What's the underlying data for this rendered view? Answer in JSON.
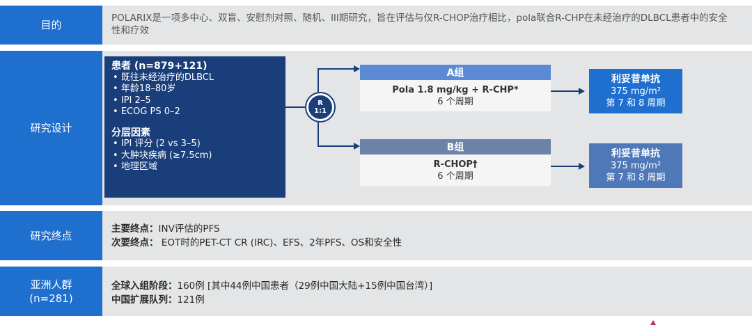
{
  "colors": {
    "label_bg": "#1f6fcf",
    "panel_bg": "#e4e5e6",
    "dark_navy": "#1a3e7a",
    "arm_a_header": "#5b8ad6",
    "arm_b_header": "#6b83a8",
    "rtx_a": "#1f6fcf",
    "rtx_b": "#4f78b8"
  },
  "objective": {
    "label": "目的",
    "text": "POLARIX是一项多中心、双盲、安慰剂对照、随机、III期研究，旨在评估与仅R-CHOP治疗相比，pola联合R-CHP在未经治疗的DLBCL患者中的安全性和疗效"
  },
  "design": {
    "label": "研究设计",
    "population": {
      "title": "患者 (n=879+121)",
      "items": [
        "既往未经治疗的DLBCL",
        "年龄18–80岁",
        "IPI 2–5",
        "ECOG PS 0–2"
      ],
      "strat_title": "分层因素",
      "strat_items": [
        "IPI 评分 (2 vs 3–5)",
        "大肿块疾病 (≥7.5cm)",
        "地理区域"
      ]
    },
    "randomization": {
      "line1": "R",
      "line2": "1:1"
    },
    "arm_a": {
      "header": "A组",
      "regimen": "Pola 1.8 mg/kg + R-CHP*",
      "cycles": "6 个周期"
    },
    "arm_b": {
      "header": "B组",
      "regimen": "R-CHOP†",
      "cycles": "6 个周期"
    },
    "rituximab_a": {
      "title": "利妥昔单抗",
      "dose": "375 mg/m²",
      "cycles": "第 7 和 8 周期"
    },
    "rituximab_b": {
      "title": "利妥昔单抗",
      "dose": "375 mg/m²",
      "cycles": "第 7 和 8 周期"
    }
  },
  "endpoints": {
    "label": "研究终点",
    "primary_label": "主要终点：",
    "primary_text": "INV评估的PFS",
    "secondary_label": "次要终点：",
    "secondary_text": " EOT时的PET-CT CR (IRC)、EFS、2年PFS、OS和安全性"
  },
  "asian": {
    "label": "亚洲人群",
    "n": "(n=281)",
    "global_label": "全球入组阶段：",
    "global_text": "160例 [其中44例中国患者（29例中国大陆+15例中国台湾）]",
    "china_label": "中国扩展队列：",
    "china_text": "121例"
  }
}
